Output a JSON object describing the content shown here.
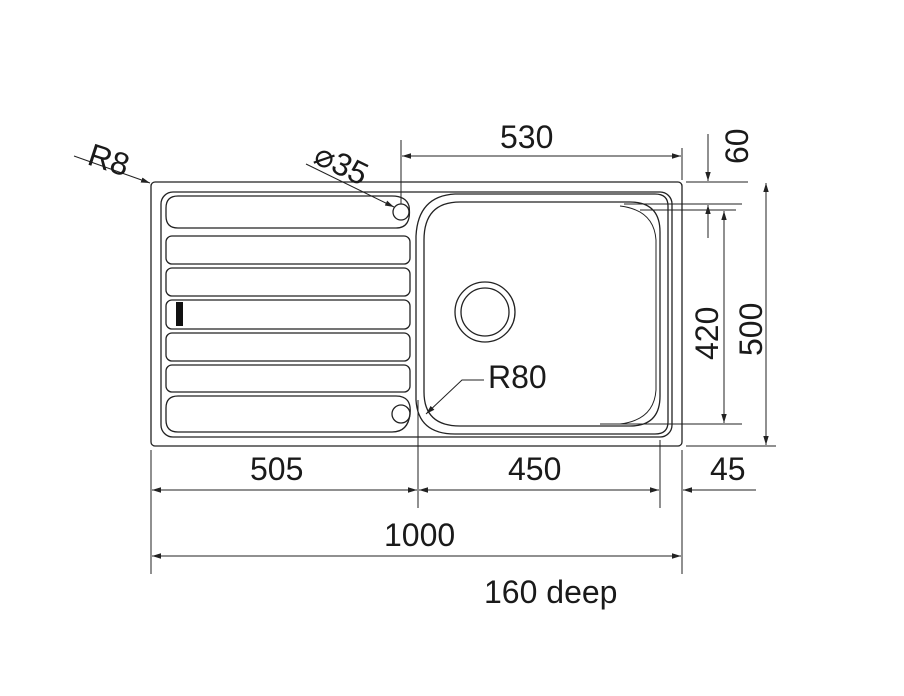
{
  "drawing": {
    "labels": {
      "corner_radius": "R8",
      "tap_hole": "⌀35",
      "bowl_width": "530",
      "top_margin": "60",
      "bowl_depth": "420",
      "overall_depth": "500",
      "bowl_radius": "R80",
      "drainer_width": "505",
      "bowl_inner_width": "450",
      "right_margin": "45",
      "overall_width": "1000",
      "depth_note": "160 deep"
    },
    "colors": {
      "line": "#222222",
      "background": "#ffffff"
    }
  }
}
